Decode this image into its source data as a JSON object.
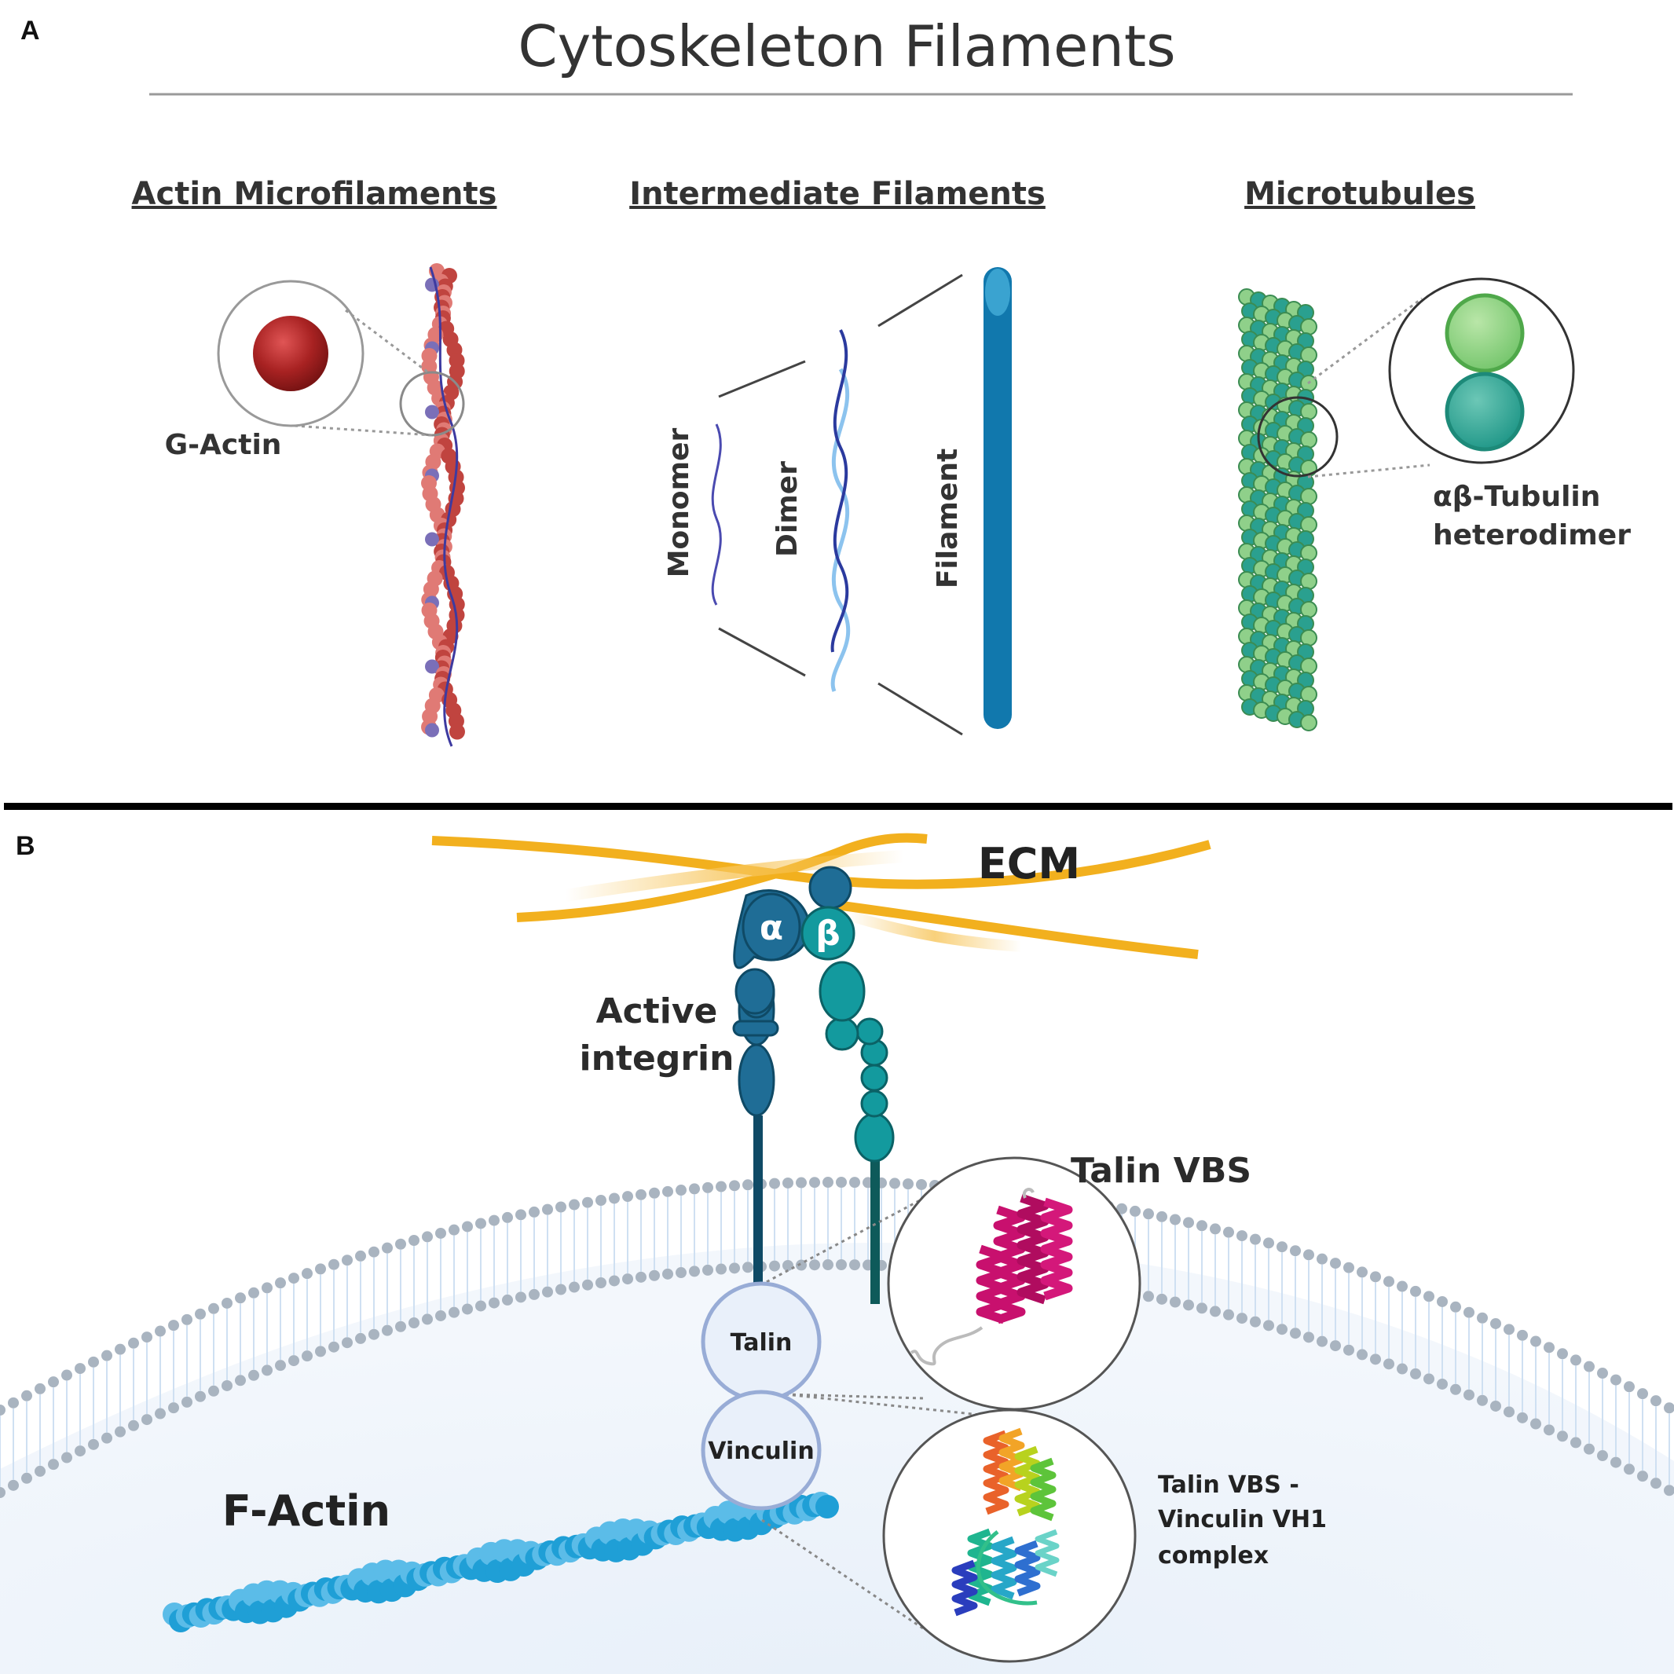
{
  "panel_a": {
    "letter": "A",
    "title": "Cytoskeleton Filaments",
    "sections": {
      "actin": "Actin Microfilaments",
      "intermediate": "Intermediate Filaments",
      "microtubules": "Microtubules"
    },
    "labels": {
      "g_actin": "G-Actin",
      "monomer": "Monomer",
      "dimer": "Dimer",
      "filament": "Filament",
      "tubulin_line1": "αβ-Tubulin",
      "tubulin_line2": "heterodimer"
    }
  },
  "panel_b": {
    "letter": "B",
    "ecm": "ECM",
    "alpha": "α",
    "beta": "β",
    "active_line1": "Active",
    "active_line2": "integrin",
    "talin_vbs": "Talin VBS",
    "talin": "Talin",
    "vinculin": "Vinculin",
    "f_actin": "F-Actin",
    "complex_line1": "Talin VBS -",
    "complex_line2": "Vinculin VH1",
    "complex_line3": "complex"
  },
  "colors": {
    "actin_red": "#c0443f",
    "actin_purple": "#7a6fb8",
    "if_blue": "#1178ad",
    "tubulin_light": "#8fd08a",
    "tubulin_teal": "#2aa08f",
    "ecm_orange": "#f2b01e",
    "alpha_blue": "#1f6d96",
    "beta_teal": "#139a9e",
    "membrane_grey": "#a9b4c0",
    "factin_blue": "#1f9fd6",
    "talin_helix_magenta": "#c8106e"
  }
}
